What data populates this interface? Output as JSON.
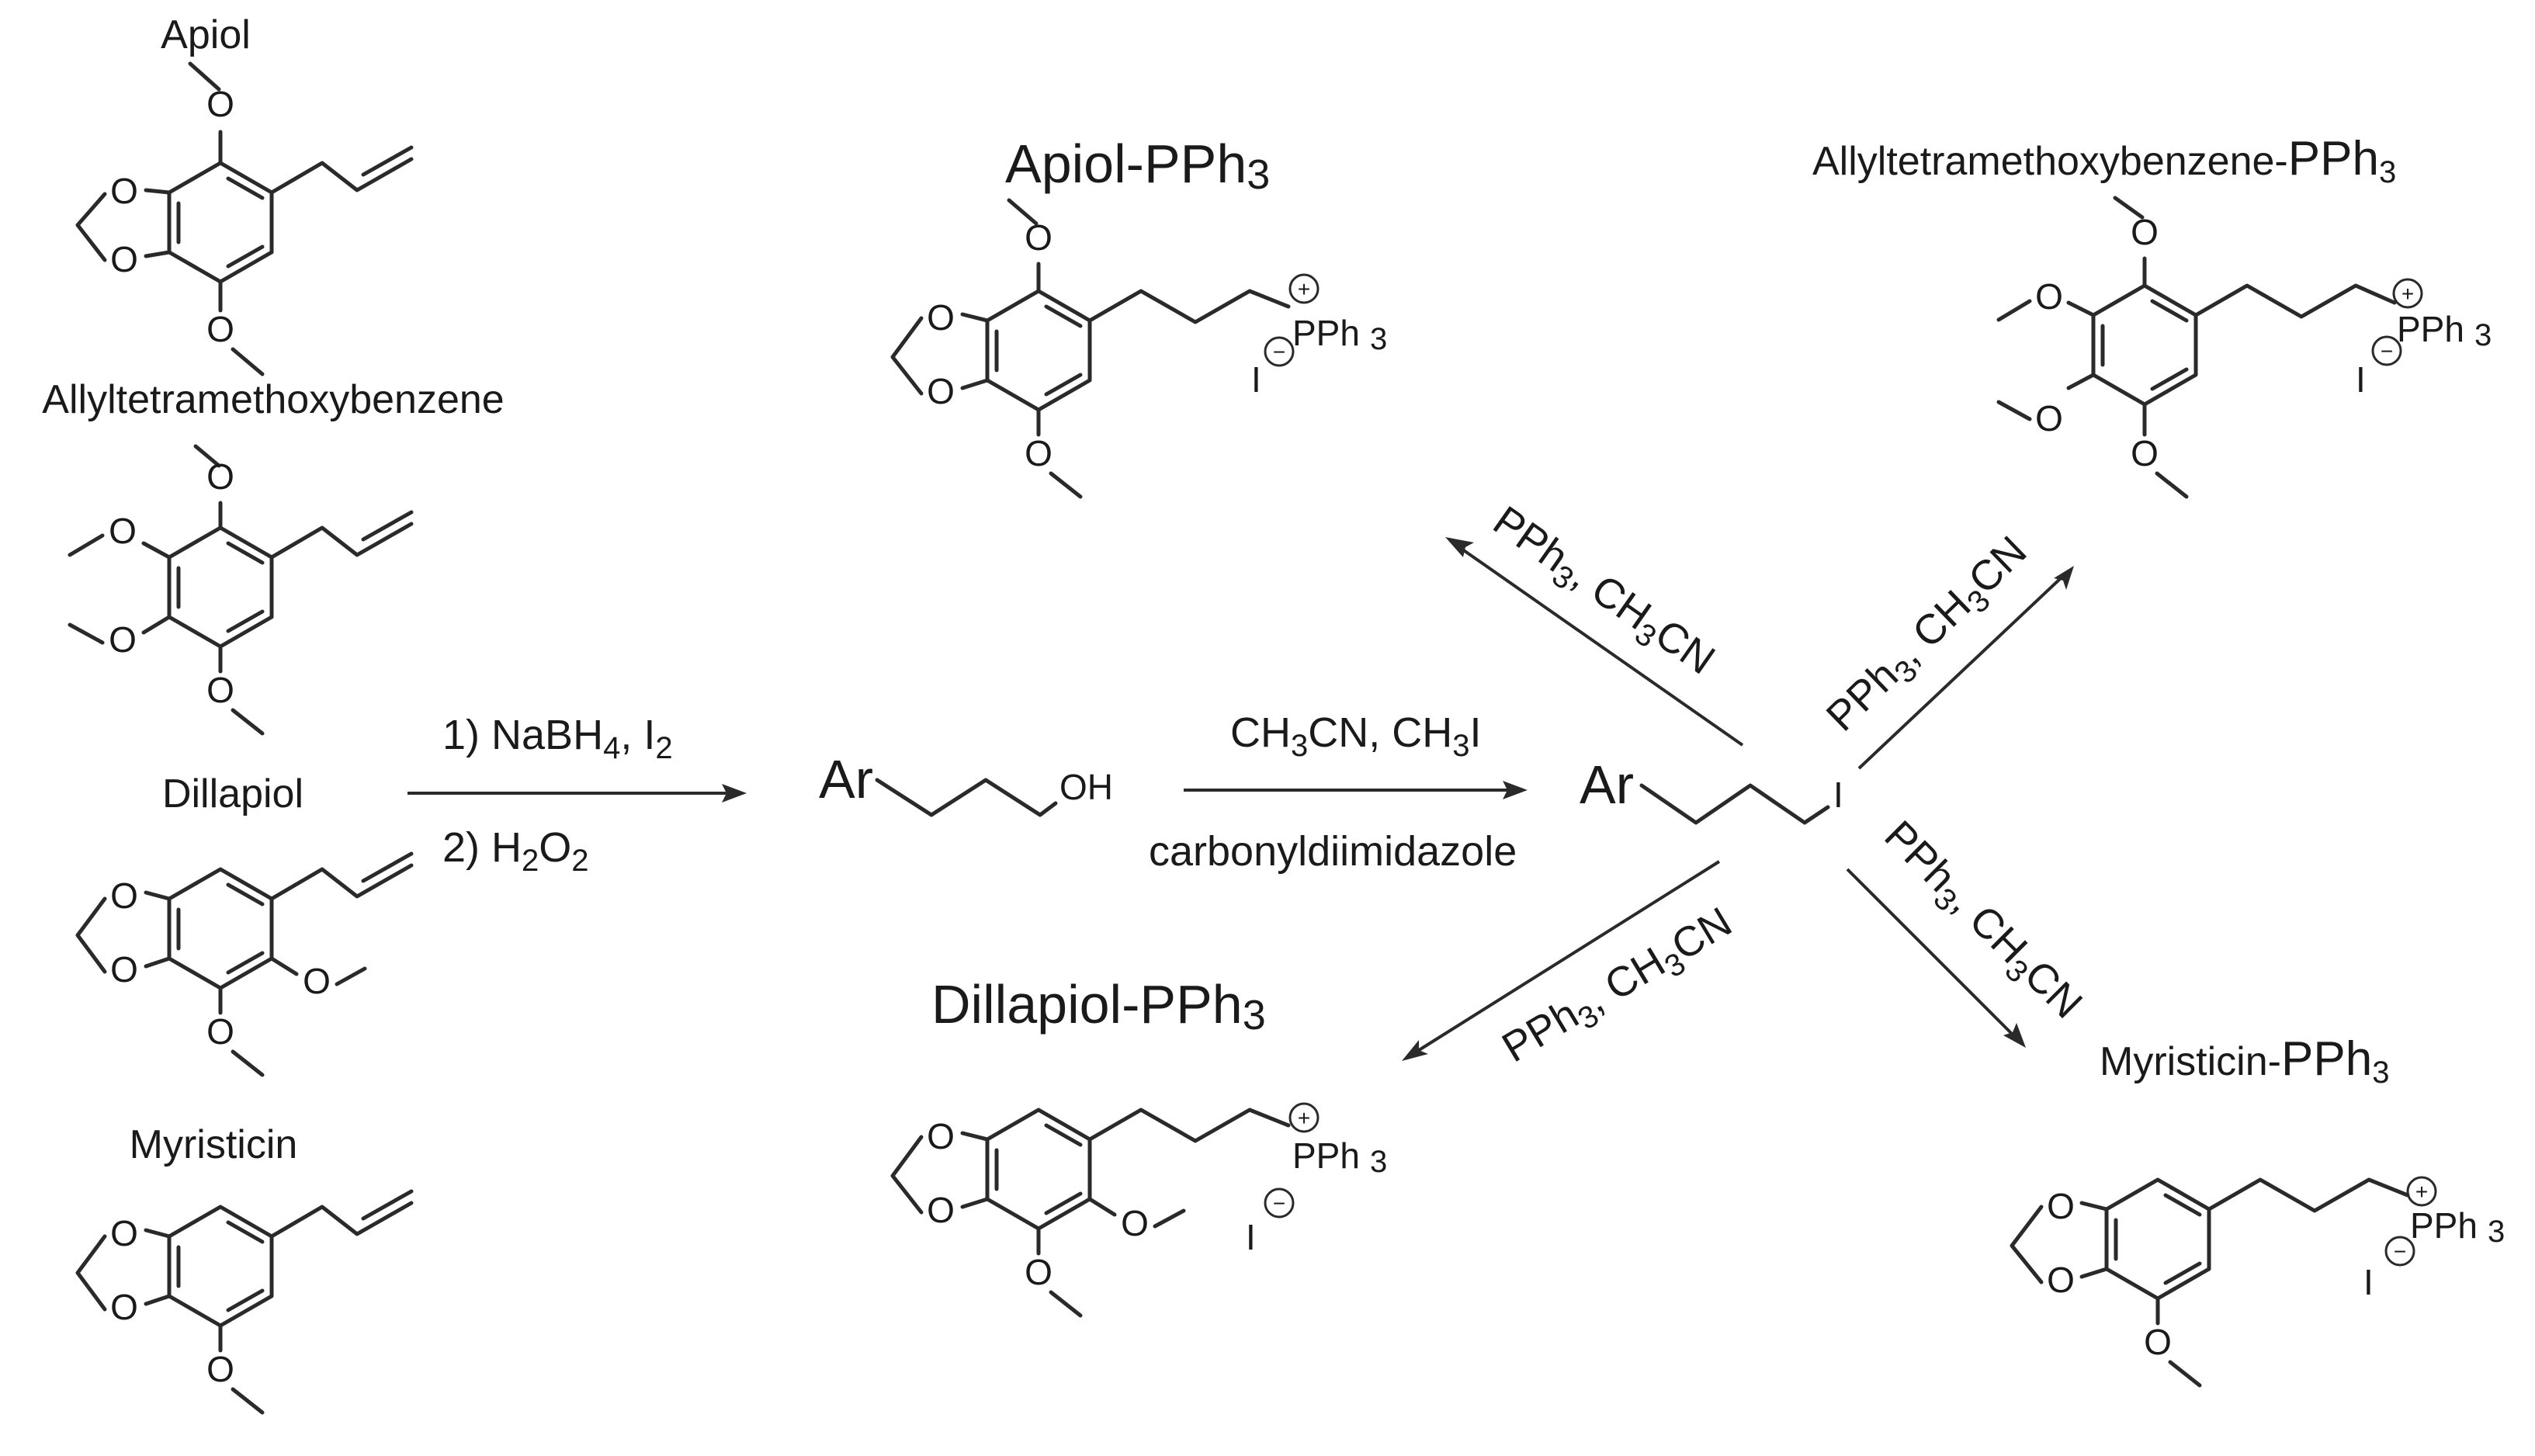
{
  "atoms": {
    "O": "O",
    "I": "I",
    "PPh3": "PPh",
    "three": "3",
    "H": "H",
    "plus": "+",
    "minus": "−"
  },
  "start_materials": {
    "apiol": "Apiol",
    "allyltetramethoxybenzene": "Allyltetramethoxybenzene",
    "dillapiol": "Dillapiol",
    "myristicin": "Myristicin"
  },
  "step1": {
    "line1_prefix": "1) NaBH",
    "line1_sub": "4",
    "line1_mid": ", I",
    "line1_sub2": "2",
    "line2_prefix": "2) H",
    "line2_sub": "2",
    "line2_mid": "O",
    "line2_sub2": "2"
  },
  "intermediate_alcohol": {
    "ar": "Ar",
    "oh": "OH"
  },
  "step2": {
    "line1_a": "CH",
    "line1_sub": "3",
    "line1_b": "CN, CH",
    "line1_sub2": "3",
    "line1_c": "I",
    "line2": "carbonyldiimidazole"
  },
  "intermediate_iodide": {
    "ar": "Ar",
    "i": "I"
  },
  "reagent": {
    "a": "PPh",
    "sub": "3",
    "b": ", CH",
    "sub2": "3",
    "c": "CN"
  },
  "products": {
    "apiol": {
      "prefix": "Apiol-",
      "suffix": "PPh",
      "sub": "3"
    },
    "allyl": {
      "prefix": "Allyltetramethoxybenzene-",
      "suffix": "PPh",
      "sub": "3"
    },
    "dillapiol": {
      "prefix": "Dillapiol-",
      "suffix": "PPh",
      "sub": "3"
    },
    "myristicin": {
      "prefix": "Myristicin-",
      "suffix": "PPh",
      "sub": "3"
    }
  }
}
